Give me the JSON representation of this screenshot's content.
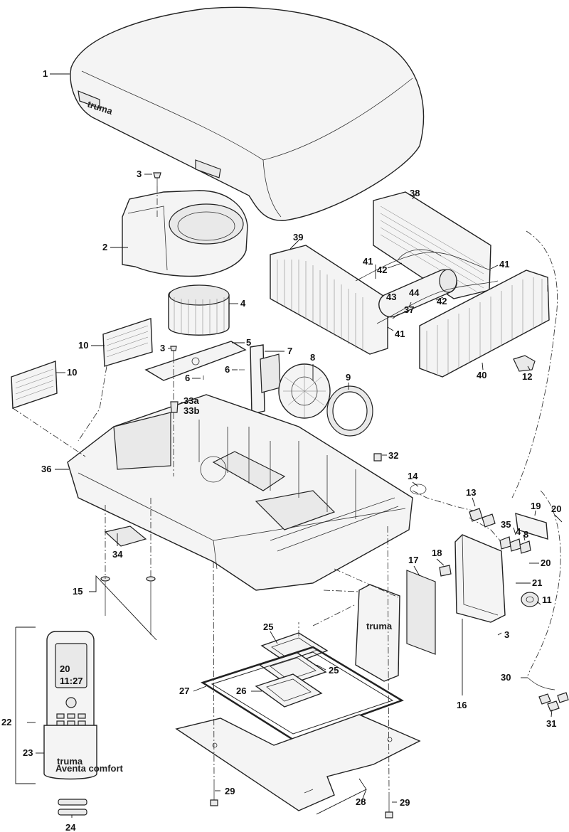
{
  "brand": {
    "housing_logo": "truma",
    "panel_logo": "truma",
    "remote_logo": "truma",
    "remote_sub": "Aventa comfort"
  },
  "remote_display": {
    "temperature": "20",
    "time": "11:27"
  },
  "callouts": [
    {
      "id": "1",
      "text": "1"
    },
    {
      "id": "2",
      "text": "2"
    },
    {
      "id": "3a",
      "text": "3"
    },
    {
      "id": "3b",
      "text": "3"
    },
    {
      "id": "3c",
      "text": "3"
    },
    {
      "id": "4a",
      "text": "4"
    },
    {
      "id": "4b",
      "text": "4"
    },
    {
      "id": "5",
      "text": "5"
    },
    {
      "id": "6a",
      "text": "6"
    },
    {
      "id": "6b",
      "text": "6"
    },
    {
      "id": "7",
      "text": "7"
    },
    {
      "id": "8a",
      "text": "8"
    },
    {
      "id": "8b",
      "text": "8"
    },
    {
      "id": "9",
      "text": "9"
    },
    {
      "id": "10a",
      "text": "10"
    },
    {
      "id": "10b",
      "text": "10"
    },
    {
      "id": "11",
      "text": "11"
    },
    {
      "id": "12",
      "text": "12"
    },
    {
      "id": "13",
      "text": "13"
    },
    {
      "id": "14",
      "text": "14"
    },
    {
      "id": "15",
      "text": "15"
    },
    {
      "id": "16",
      "text": "16"
    },
    {
      "id": "17",
      "text": "17"
    },
    {
      "id": "18",
      "text": "18"
    },
    {
      "id": "19",
      "text": "19"
    },
    {
      "id": "20a",
      "text": "20"
    },
    {
      "id": "20b",
      "text": "20"
    },
    {
      "id": "21",
      "text": "21"
    },
    {
      "id": "22",
      "text": "22"
    },
    {
      "id": "23",
      "text": "23"
    },
    {
      "id": "24",
      "text": "24"
    },
    {
      "id": "25a",
      "text": "25"
    },
    {
      "id": "25b",
      "text": "25"
    },
    {
      "id": "26",
      "text": "26"
    },
    {
      "id": "27",
      "text": "27"
    },
    {
      "id": "28",
      "text": "28"
    },
    {
      "id": "29a",
      "text": "29"
    },
    {
      "id": "29b",
      "text": "29"
    },
    {
      "id": "30",
      "text": "30"
    },
    {
      "id": "31",
      "text": "31"
    },
    {
      "id": "32",
      "text": "32"
    },
    {
      "id": "33a",
      "text": "33a"
    },
    {
      "id": "33b",
      "text": "33b"
    },
    {
      "id": "34",
      "text": "34"
    },
    {
      "id": "35",
      "text": "35"
    },
    {
      "id": "36",
      "text": "36"
    },
    {
      "id": "37",
      "text": "37"
    },
    {
      "id": "38",
      "text": "38"
    },
    {
      "id": "39",
      "text": "39"
    },
    {
      "id": "40",
      "text": "40"
    },
    {
      "id": "41a",
      "text": "41"
    },
    {
      "id": "41b",
      "text": "41"
    },
    {
      "id": "41c",
      "text": "41"
    },
    {
      "id": "42a",
      "text": "42"
    },
    {
      "id": "42b",
      "text": "42"
    },
    {
      "id": "43",
      "text": "43"
    },
    {
      "id": "44",
      "text": "44"
    }
  ]
}
